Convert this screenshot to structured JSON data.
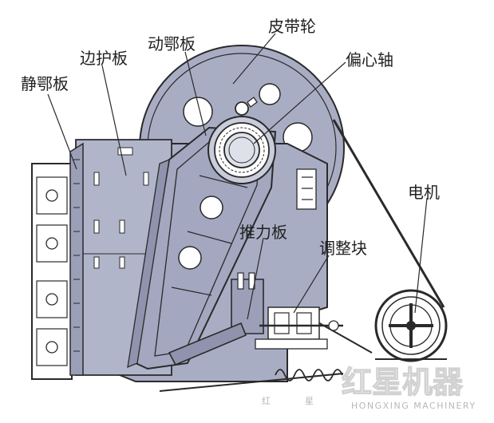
{
  "labels": {
    "belt_pulley": "皮带轮",
    "movable_jaw": "动鄂板",
    "side_guard": "边护板",
    "fixed_jaw": "静鄂板",
    "eccentric_shaft": "偏心轴",
    "motor": "电机",
    "toggle_plate": "推力板",
    "adjusting_block": "调整块"
  },
  "watermark": {
    "brand": "红星机器",
    "brand_small_1": "红",
    "brand_small_2": "星",
    "brand_en": "HONGXING MACHINERY"
  },
  "colors": {
    "machine_fill": "#a9adc4",
    "machine_dark": "#8f93ad",
    "line": "#2a2a2a",
    "background": "#ffffff"
  }
}
